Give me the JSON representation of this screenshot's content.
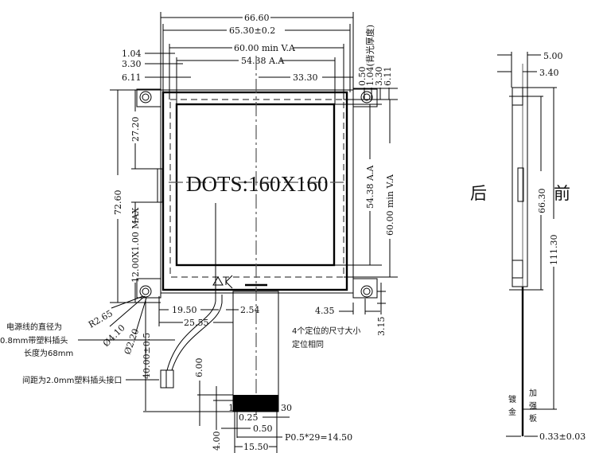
{
  "front_view": {
    "top_dims": {
      "overall": "66.60",
      "frame": "65.30±0.2",
      "view_area": "60.00 min V.A",
      "active_area": "54.38 A.A",
      "center_offset": "33.30"
    },
    "left_offsets": [
      "1.04",
      "3.30",
      "6.11"
    ],
    "right_offsets": [
      "0.50",
      "1.04(背光厚度)",
      "3.30",
      "6.11"
    ],
    "vertical_dims": {
      "tab_offset": "27.20",
      "overall_height": "72.60",
      "tab_size": "12.00X1.00 MAX",
      "active_area": "54.38 A.A",
      "view_area": "60.00 min V.A"
    },
    "dots_label": "DOTS:160X160",
    "bottom_dims": {
      "hole_to_cable": "19.50",
      "cable_pitch": "2.54",
      "hole_to_fpc": "25.55",
      "hole_radius": "R2.65",
      "hole_outer_dia": "Ø4.10",
      "hole_inner_dia": "Ø2.20",
      "cable_length": "40.00±0.5",
      "hole_x": "4.35",
      "hole_y": "3.15"
    },
    "notes": {
      "mounting": [
        "4个定位的尺寸大小",
        "定位相同"
      ],
      "power_cable": [
        "电源线的直径为",
        "0.8mm带塑料插头",
        "长度为68mm"
      ],
      "connector": "间距为2.0mm塑料插头接口"
    },
    "fpc": {
      "pin_first": "1",
      "pin_last": "30",
      "stiffener_len": "6.00",
      "contact_len": "4.00",
      "pin_width": "0.25",
      "pitch": "0.50",
      "pitch_total": "P0.5*29=14.50",
      "fpc_width": "15.50"
    }
  },
  "side_view": {
    "thickness_total": "5.00",
    "thickness_module": "3.40",
    "back_label": "后",
    "front_label": "前",
    "height": "66.30",
    "total_length": "111.30",
    "plating_label": [
      "镀",
      "金"
    ],
    "stiffener_label": [
      "加",
      "强",
      "板"
    ],
    "fpc_thickness": "0.33±0.03"
  }
}
